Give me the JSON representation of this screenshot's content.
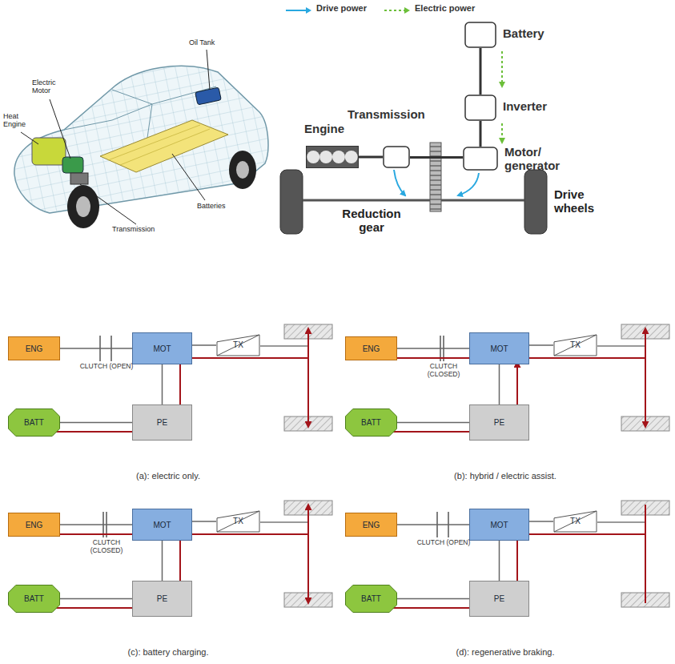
{
  "diagram": {
    "nodes": [
      {
        "text": [
          "Battery"
        ]
      },
      {
        "text": [
          "Inverter"
        ]
      },
      {
        "text": [
          "Motor/ generator"
        ]
      },
      {
        "text": [
          "Engine"
        ]
      },
      {
        "text": [
          "Transmission"
        ]
      },
      {
        "text": [
          "ENG"
        ]
      },
      {
        "text": [
          "MOT"
        ]
      },
      {
        "text": [
          "TX"
        ]
      },
      {
        "text": [
          "BATT"
        ]
      },
      {
        "text": [
          "PE"
        ]
      },
      {
        "text": [
          "ENG"
        ]
      },
      {
        "text": [
          "MOT"
        ]
      },
      {
        "text": [
          "TX"
        ]
      },
      {
        "text": [
          "BATT"
        ]
      },
      {
        "text": [
          "PE"
        ]
      },
      {
        "text": [
          "ENG"
        ]
      },
      {
        "text": [
          "MOT"
        ]
      },
      {
        "text": [
          "TX"
        ]
      },
      {
        "text": [
          "BATT"
        ]
      },
      {
        "text": [
          "PE"
        ]
      },
      {
        "text": [
          "ENG"
        ]
      },
      {
        "text": [
          "MOT"
        ]
      },
      {
        "text": [
          "TX"
        ]
      },
      {
        "text": [
          "BATT"
        ]
      },
      {
        "text": [
          "PE"
        ]
      }
    ],
    "edges": [
      {
        "from": 0,
        "to": 1,
        "arrow": "none"
      },
      {
        "from": 1,
        "to": 2,
        "arrow": "none"
      },
      {
        "from": 3,
        "to": 4,
        "arrow": "none"
      },
      {
        "from": 4,
        "to": 2,
        "arrow": "none"
      },
      {
        "from": 5,
        "to": 6,
        "arrow": "none"
      },
      {
        "from": 6,
        "to": 7,
        "arrow": "none"
      },
      {
        "from": 6,
        "to": 9,
        "arrow": "none"
      },
      {
        "from": 8,
        "to": 9,
        "arrow": "none"
      },
      {
        "from": 10,
        "to": 11,
        "arrow": "none"
      },
      {
        "from": 11,
        "to": 12,
        "arrow": "none"
      },
      {
        "from": 11,
        "to": 14,
        "arrow": "none"
      },
      {
        "from": 13,
        "to": 14,
        "arrow": "none"
      },
      {
        "from": 15,
        "to": 16,
        "arrow": "none"
      },
      {
        "from": 16,
        "to": 17,
        "arrow": "none"
      },
      {
        "from": 16,
        "to": 19,
        "arrow": "none"
      },
      {
        "from": 18,
        "to": 19,
        "arrow": "none"
      },
      {
        "from": 20,
        "to": 21,
        "arrow": "none"
      },
      {
        "from": 21,
        "to": 22,
        "arrow": "none"
      },
      {
        "from": 21,
        "to": 24,
        "arrow": "none"
      },
      {
        "from": 23,
        "to": 24,
        "arrow": "none"
      }
    ],
    "labels": [
      "Oil Tank",
      "Electric Motor",
      "Heat Engine",
      "Batteries",
      "Transmission",
      "Reduction gear",
      "Drive wheels",
      "CLUTCH (OPEN)",
      "(a): electric only.",
      "CLUTCH (CLOSED)",
      "(b): hybrid / electric assist.",
      "CLUTCH (CLOSED)",
      "(c): battery charging.",
      "CLUTCH (OPEN)",
      "(d): regenerative braking."
    ],
    "legend": [
      {
        "text": "Drive power"
      },
      {
        "text": "Electric power"
      }
    ]
  }
}
